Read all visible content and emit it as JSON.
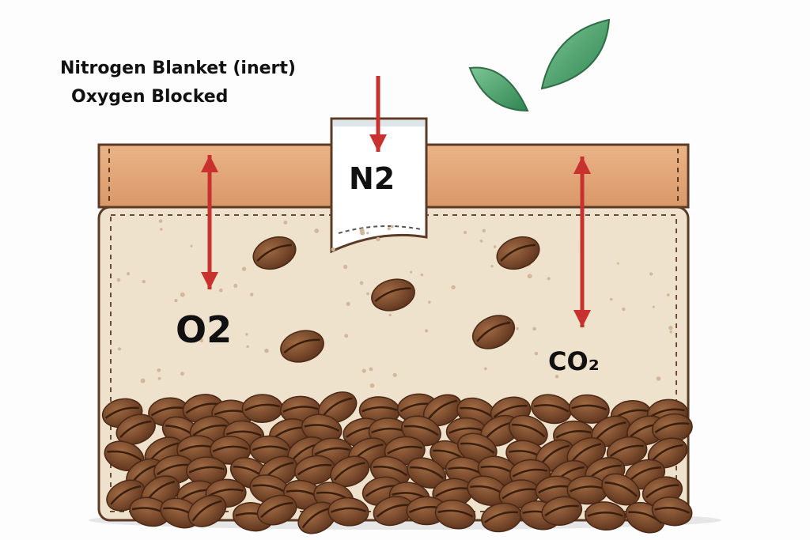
{
  "title_lines": [
    "Nitrogen Blanket (inert)",
    "Oxygen Blocked"
  ],
  "labels": {
    "n2": "N2",
    "o2": "O2",
    "co2": "CO₂"
  },
  "colors": {
    "arrow": "#c8312e",
    "lid": "#e5a97b",
    "body": "#efe2cc",
    "outline": "#5b3a26",
    "bean": "#7a4a2b",
    "leaf": "#3f9a63"
  }
}
